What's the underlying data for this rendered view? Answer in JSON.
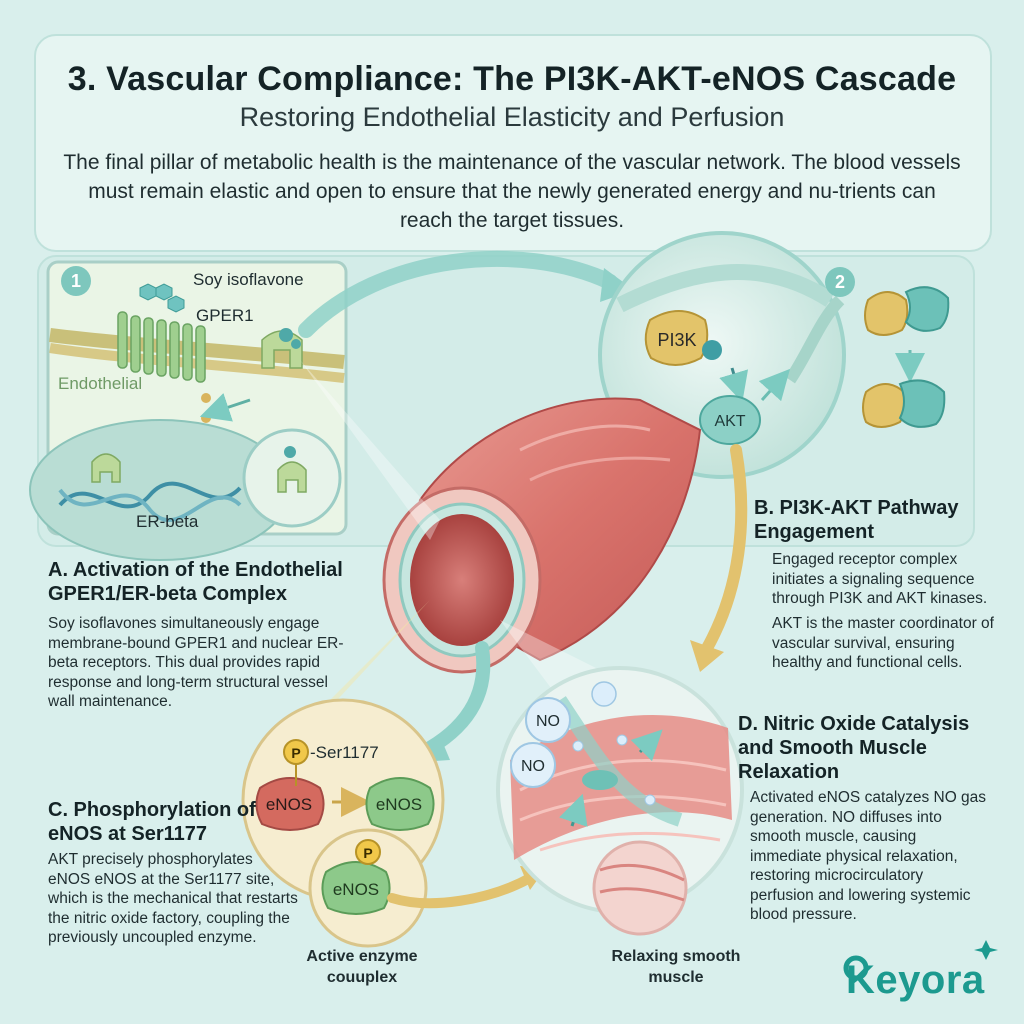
{
  "header": {
    "title": "3. Vascular Compliance: The PI3K-AKT-eNOS Cascade",
    "subtitle": "Restoring Endothelial Elasticity and Perfusion",
    "intro": "The final pillar of metabolic health is the maintenance of the vascular network. The blood vessels must remain elastic and open to ensure that the newly generated energy and nu-trients can reach the target tissues."
  },
  "panel1": {
    "step": "1",
    "labels": {
      "soy": "Soy isoflavone",
      "gper1": "GPER1",
      "endothelial": "Endothelial",
      "erbeta": "ER-beta"
    }
  },
  "panel2": {
    "step": "2",
    "labels": {
      "pi3k": "PI3K",
      "akt": "AKT"
    }
  },
  "sectionA": {
    "title": "A. Activation of the Endothelial GPER1/ER-beta Complex",
    "body": "Soy isoflavones simultaneously engage membrane-bound GPER1 and nuclear ER-beta receptors. This dual provides rapid response and long-term structural vessel wall maintenance."
  },
  "sectionB": {
    "title": "B. PI3K-AKT Pathway Engagement",
    "body1": "Engaged receptor complex initiates a signaling sequence through PI3K and AKT kinases.",
    "body2": "AKT is the master coordinator of vascular survival, ensuring healthy and functional cells."
  },
  "sectionC": {
    "title": "C. Phosphorylation of eNOS at Ser1177",
    "body": "AKT precisely phosphorylates eNOS eNOS at the Ser1177 site, which is the mechanical that restarts the nitric oxide factory, coupling the previously uncoupled enzyme."
  },
  "sectionD": {
    "title": "D. Nitric Oxide Catalysis and Smooth Muscle Relaxation",
    "body": "Activated eNOS catalyzes NO gas generation. NO diffuses into smooth muscle, causing immediate physical relaxation, restoring microcirculatory perfusion and lowering systemic blood pressure."
  },
  "enos_panel": {
    "p": "P",
    "ser": "-Ser1177",
    "enos": "eNOS",
    "caption": "Active enzyme couuplex"
  },
  "no_panel": {
    "no": "NO",
    "caption": "Relaxing smooth muscle"
  },
  "logo": "Keyora",
  "colors": {
    "background": "#d9efec",
    "teal": "#6fc3ba",
    "gold": "#d8b25a",
    "vessel_red": "#d96a6a",
    "enos_red": "#d46a5f",
    "enos_green": "#8dc98a",
    "brand": "#1c9a8f"
  }
}
